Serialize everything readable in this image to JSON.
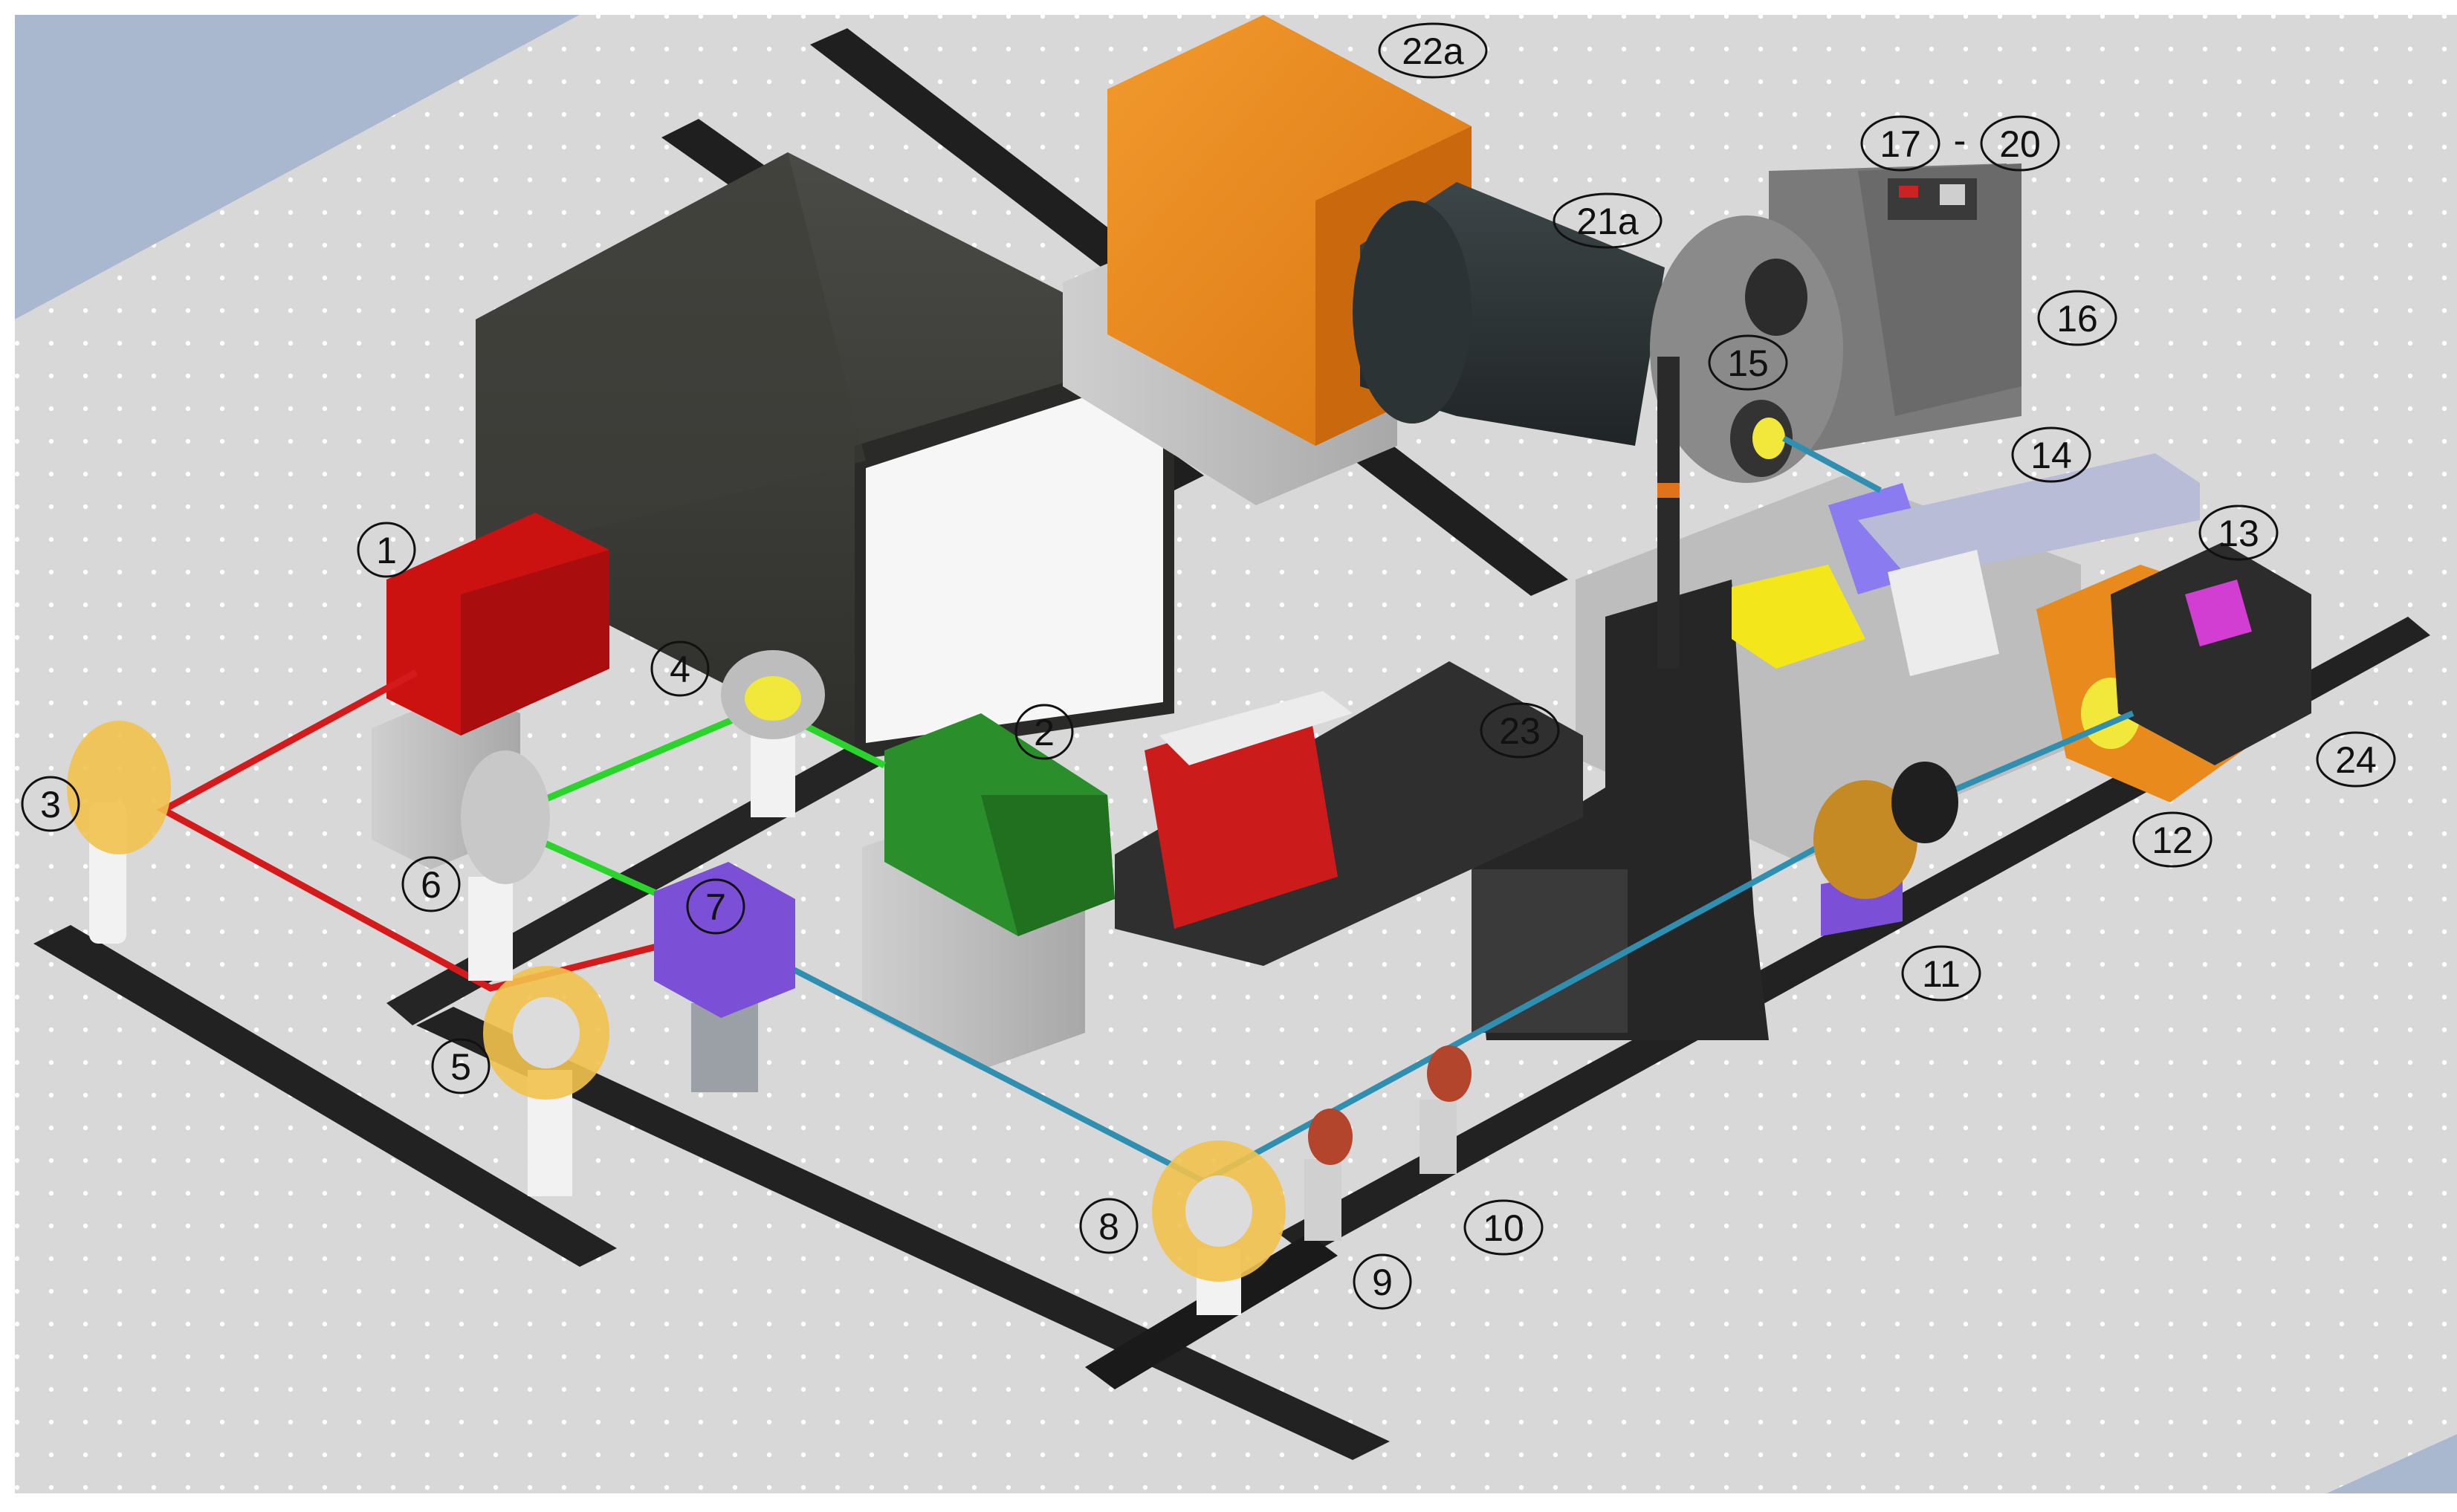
{
  "figure": {
    "callouts": [
      "1",
      "2",
      "3",
      "4",
      "5",
      "6",
      "7",
      "8",
      "9",
      "10",
      "11",
      "12",
      "13",
      "14",
      "15",
      "16",
      "17",
      "-",
      "20",
      "21a",
      "22a",
      "23",
      "24"
    ]
  },
  "colors": {
    "background": "#ffffff",
    "table_surface": "#d9d9d9",
    "table_edge_blue": "#9fb0c8",
    "rail": "#1f1f1f",
    "red_laser": "#d41a1a",
    "green_laser": "#2bd42b",
    "combined_beam": "#2f8fb0",
    "red_module": "#cc1111",
    "green_module": "#2a8f2a",
    "camera_orange": "#e88a1c",
    "gold_mount": "#f2c24d",
    "purple_cube": "#7b4fd6",
    "grey_housing": "#3b3b38"
  }
}
